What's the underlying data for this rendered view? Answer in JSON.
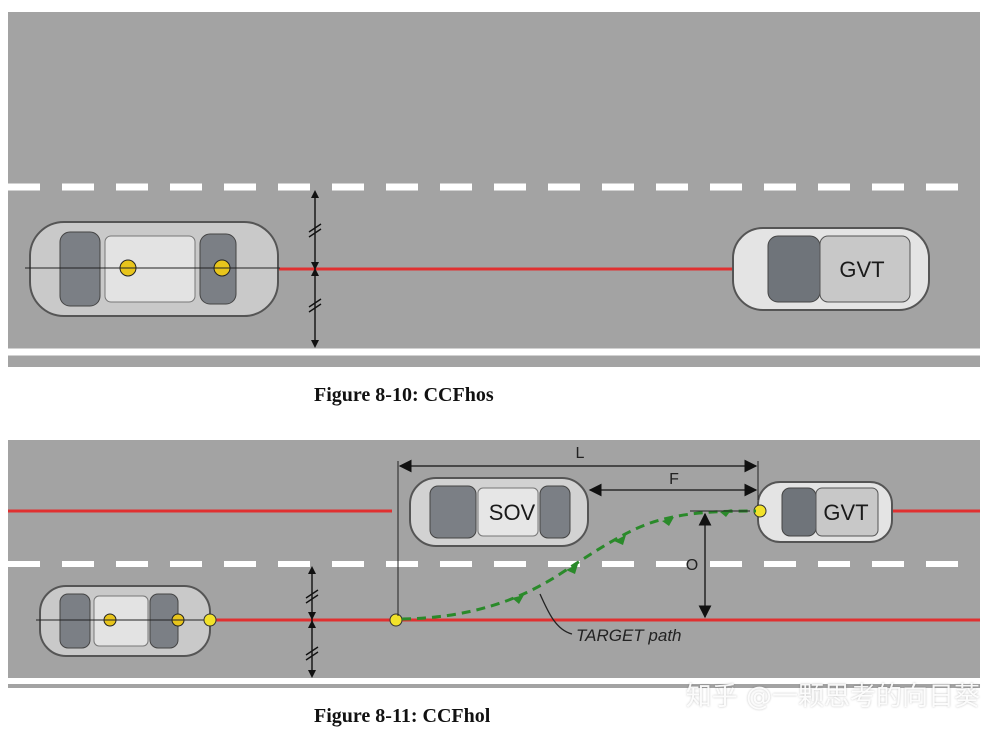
{
  "figures": [
    {
      "caption": "Figure 8-10: CCFhos",
      "target_label": "GVT"
    },
    {
      "caption": "Figure 8-11: CCFhol",
      "target_label": "GVT",
      "oncoming_label": "SOV",
      "dim_L": "L",
      "dim_F": "F",
      "dim_O": "O",
      "path_label": "TARGET path"
    }
  ],
  "watermark": "知乎 @一颗思考的向日葵",
  "colors": {
    "road": "#a3a3a3",
    "lane_marking": "#ffffff",
    "path_line": "#e03030",
    "target_path": "#2a8a2a",
    "marker": "#f2e22a"
  }
}
